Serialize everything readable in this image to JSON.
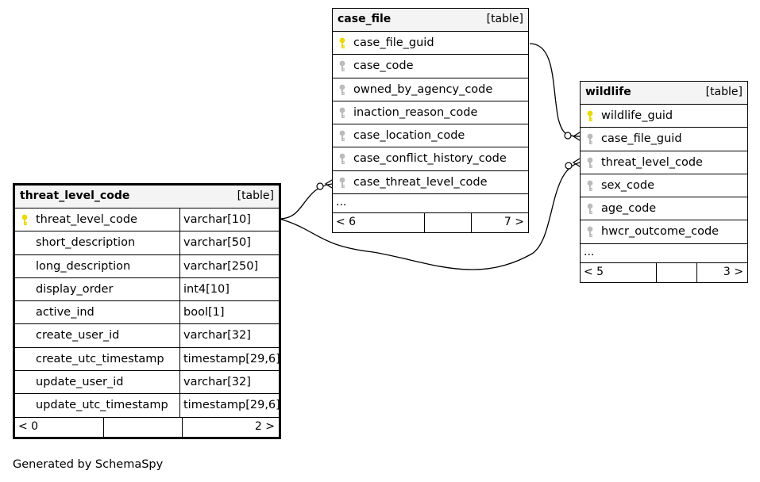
{
  "case_file": {
    "name": "case_file",
    "type": "[table]",
    "columns": [
      {
        "name": "case_file_guid",
        "key": "primary"
      },
      {
        "name": "case_code",
        "key": "foreign"
      },
      {
        "name": "owned_by_agency_code",
        "key": "foreign"
      },
      {
        "name": "inaction_reason_code",
        "key": "foreign"
      },
      {
        "name": "case_location_code",
        "key": "foreign"
      },
      {
        "name": "case_conflict_history_code",
        "key": "foreign"
      },
      {
        "name": "case_threat_level_code",
        "key": "foreign"
      }
    ],
    "more": "...",
    "footer_left": "< 6",
    "footer_right": "7 >"
  },
  "wildlife": {
    "name": "wildlife",
    "type": "[table]",
    "columns": [
      {
        "name": "wildlife_guid",
        "key": "primary"
      },
      {
        "name": "case_file_guid",
        "key": "foreign"
      },
      {
        "name": "threat_level_code",
        "key": "foreign"
      },
      {
        "name": "sex_code",
        "key": "foreign"
      },
      {
        "name": "age_code",
        "key": "foreign"
      },
      {
        "name": "hwcr_outcome_code",
        "key": "foreign"
      }
    ],
    "more": "...",
    "footer_left": "< 5",
    "footer_right": "3 >"
  },
  "threat_level_code": {
    "name": "threat_level_code",
    "type": "[table]",
    "columns": [
      {
        "name": "threat_level_code",
        "datatype": "varchar[10]",
        "key": "primary"
      },
      {
        "name": "short_description",
        "datatype": "varchar[50]",
        "key": "none"
      },
      {
        "name": "long_description",
        "datatype": "varchar[250]",
        "key": "none"
      },
      {
        "name": "display_order",
        "datatype": "int4[10]",
        "key": "none"
      },
      {
        "name": "active_ind",
        "datatype": "bool[1]",
        "key": "none"
      },
      {
        "name": "create_user_id",
        "datatype": "varchar[32]",
        "key": "none"
      },
      {
        "name": "create_utc_timestamp",
        "datatype": "timestamp[29,6]",
        "key": "none"
      },
      {
        "name": "update_user_id",
        "datatype": "varchar[32]",
        "key": "none"
      },
      {
        "name": "update_utc_timestamp",
        "datatype": "timestamp[29,6]",
        "key": "none"
      }
    ],
    "footer_left": "< 0",
    "footer_right": "2 >"
  },
  "generated_by": "Generated by SchemaSpy",
  "colors": {
    "primary_key": "#e8d900",
    "foreign_key": "#bbbbbb",
    "header_bg": "#f4f4f4",
    "line": "#000000"
  }
}
